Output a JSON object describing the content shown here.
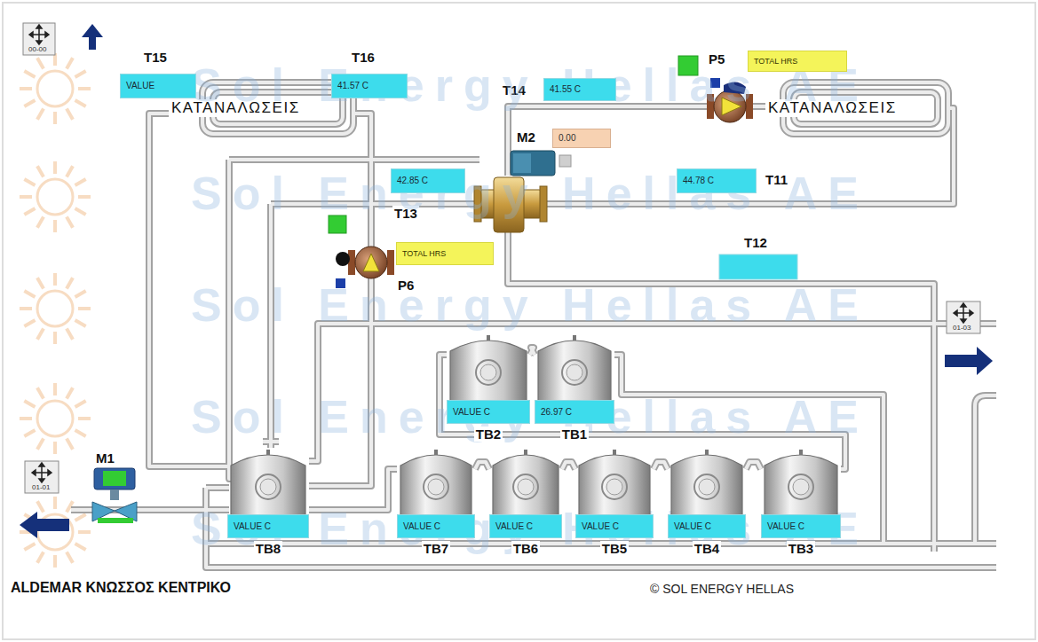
{
  "diagram": {
    "title": "ALDEMAR ΚΝΩΣΣΟΣ ΚΕΝΤΡΙΚΟ",
    "caption": "© SOL ENERGY HELLAS",
    "nodes": [
      {
        "text": [
          "VALUE"
        ]
      },
      {
        "text": [
          "41.57 C"
        ]
      },
      {
        "text": [
          "41.55 C"
        ]
      },
      {
        "text": [
          "TOTAL HRS"
        ]
      },
      {
        "text": [
          "0.00"
        ]
      },
      {
        "text": [
          "42.85 C"
        ]
      },
      {
        "text": [
          "44.78 C"
        ]
      },
      {
        "text": [
          "TOTAL HRS"
        ]
      },
      {
        "text": [
          "VALUE C",
          "TB2"
        ]
      },
      {
        "text": [
          "26.97 C",
          "TB1"
        ]
      },
      {
        "text": [
          "VALUE C",
          "TB8"
        ]
      },
      {
        "text": [
          "VALUE C",
          "TB7"
        ]
      },
      {
        "text": [
          "VALUE C",
          "TB6"
        ]
      },
      {
        "text": [
          "VALUE C",
          "TB5"
        ]
      },
      {
        "text": [
          "VALUE C",
          "TB4"
        ]
      },
      {
        "text": [
          "VALUE C",
          "TB3"
        ]
      }
    ],
    "edges": [
      {
        "from": 8,
        "to": 9,
        "arrow": "none"
      },
      {
        "from": 10,
        "to": 11,
        "arrow": "none"
      },
      {
        "from": 11,
        "to": 12,
        "arrow": "none"
      },
      {
        "from": 12,
        "to": 13,
        "arrow": "none"
      },
      {
        "from": 13,
        "to": 14,
        "arrow": "none"
      },
      {
        "from": 14,
        "to": 15,
        "arrow": "none"
      },
      {
        "from": 8,
        "to": 15,
        "arrow": "none"
      }
    ],
    "labels": [
      "T15",
      "T16",
      "ΚΑΤΑΝΑΛΩΣΕΙΣ",
      "T14",
      "P5",
      "ΚΑΤΑΝΑΛΩΣΕΙΣ",
      "M2",
      "T13",
      "T11",
      "T12",
      "P6",
      "00-00",
      "01-03",
      "01-01",
      "M1",
      "Sol Energy Hellas AE",
      "Sol Energy Hellas AE",
      "Sol Energy Hellas AE",
      "Sol Energy Hellas AE",
      "Sol Energy Hellas AE"
    ]
  }
}
